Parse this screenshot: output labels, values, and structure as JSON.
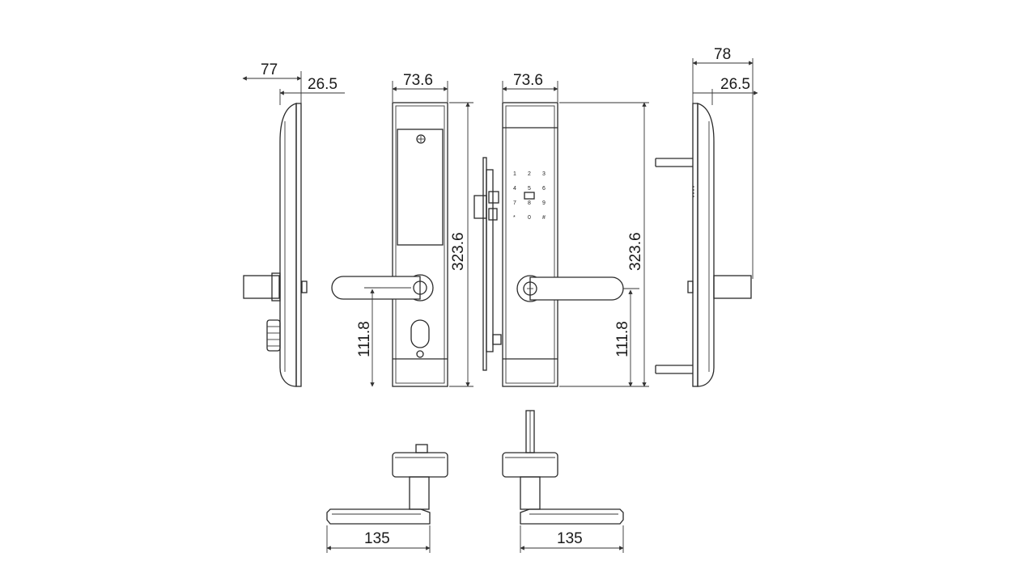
{
  "dimensions": {
    "side_left_depth": "77",
    "side_left_plate": "26.5",
    "front_width": "73.6",
    "front_height": "323.6",
    "front_handle_height": "111.8",
    "back_width": "73.6",
    "back_height": "323.6",
    "back_handle_height": "111.8",
    "side_right_depth": "78",
    "side_right_plate": "26.5",
    "bottom_left_length": "135",
    "bottom_right_length": "135"
  },
  "keypad": {
    "keys": [
      "1",
      "2",
      "3",
      "4",
      "5",
      "6",
      "7",
      "8",
      "9",
      "*",
      "0",
      "#"
    ]
  },
  "colors": {
    "line": "#2a2a2a",
    "background": "#ffffff"
  }
}
